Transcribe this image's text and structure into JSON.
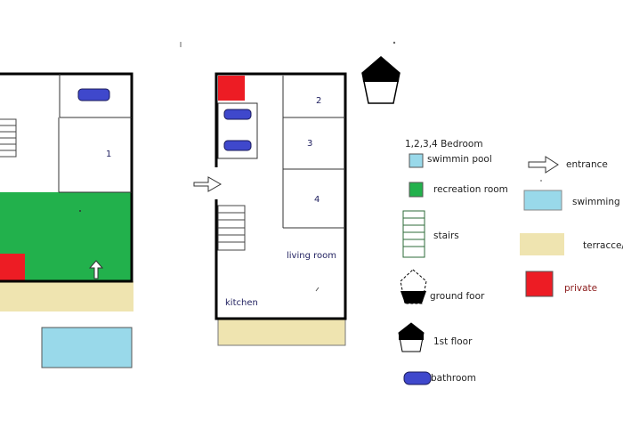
{
  "labels": {
    "rooms": {
      "r1": "1",
      "r2": "2",
      "r3": "3",
      "r4": "4"
    },
    "living_room": "living room",
    "kitchen": "kitchen"
  },
  "legend": {
    "bedroom": "1,2,3,4  Bedroom",
    "pool": "swimmin pool",
    "recreation": "recreation room",
    "stairs": "stairs",
    "ground_floor": "ground foor",
    "first_floor": "1st floor",
    "bathroom": "bathroom",
    "entrance": "entrance",
    "pool_right": "swimming p",
    "terrace": "terracce/",
    "private": "private"
  },
  "colors": {
    "recreation": "#22b14c",
    "private": "#ed1c24",
    "pool": "#99d9ea",
    "terrace": "#efe4b0",
    "bathroom": "#3f48cc",
    "wall": "#000000"
  }
}
